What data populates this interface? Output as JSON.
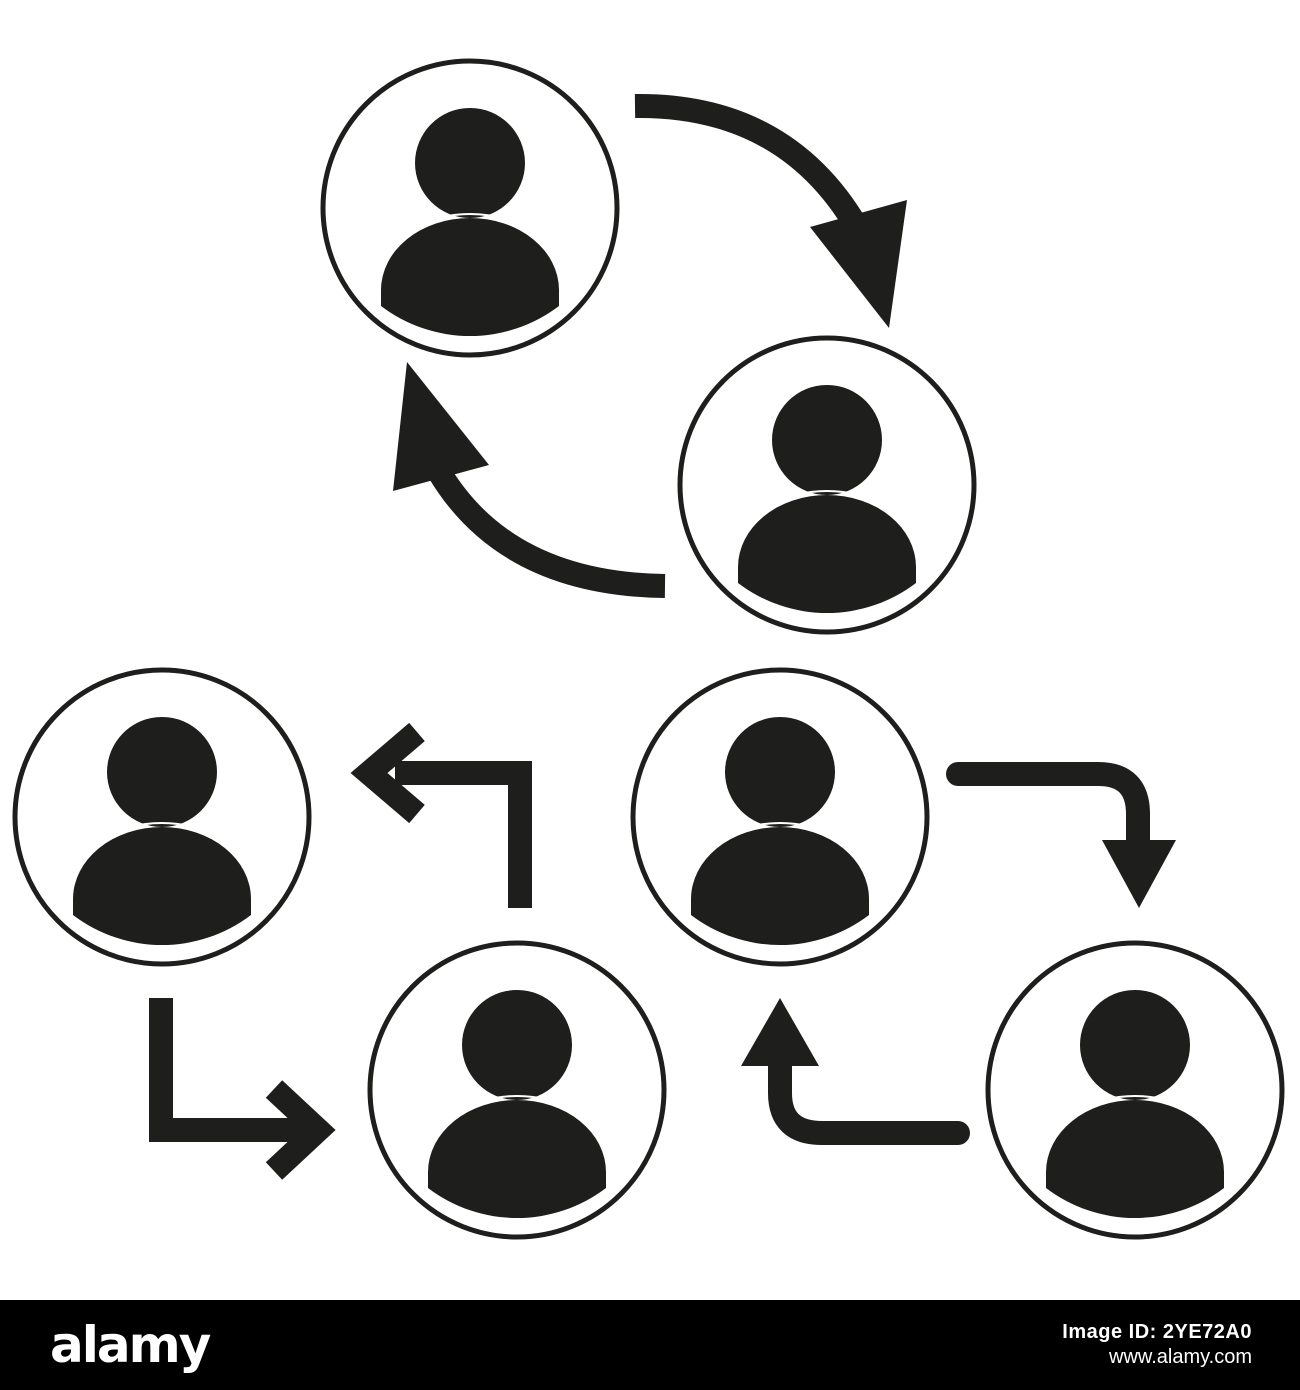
{
  "colors": {
    "icon": "#1e1e1c",
    "background": "#ffffff",
    "footer_background": "#000000",
    "footer_text": "#ffffff"
  },
  "artwork": {
    "icon_names": [
      "person-circle-icon",
      "curved-arrow-icon",
      "elbow-arrow-icon",
      "rounded-arrow-icon"
    ]
  },
  "footer": {
    "brand": "alamy",
    "image_id": "Image ID: 2YE72A0",
    "website": "www.alamy.com"
  }
}
